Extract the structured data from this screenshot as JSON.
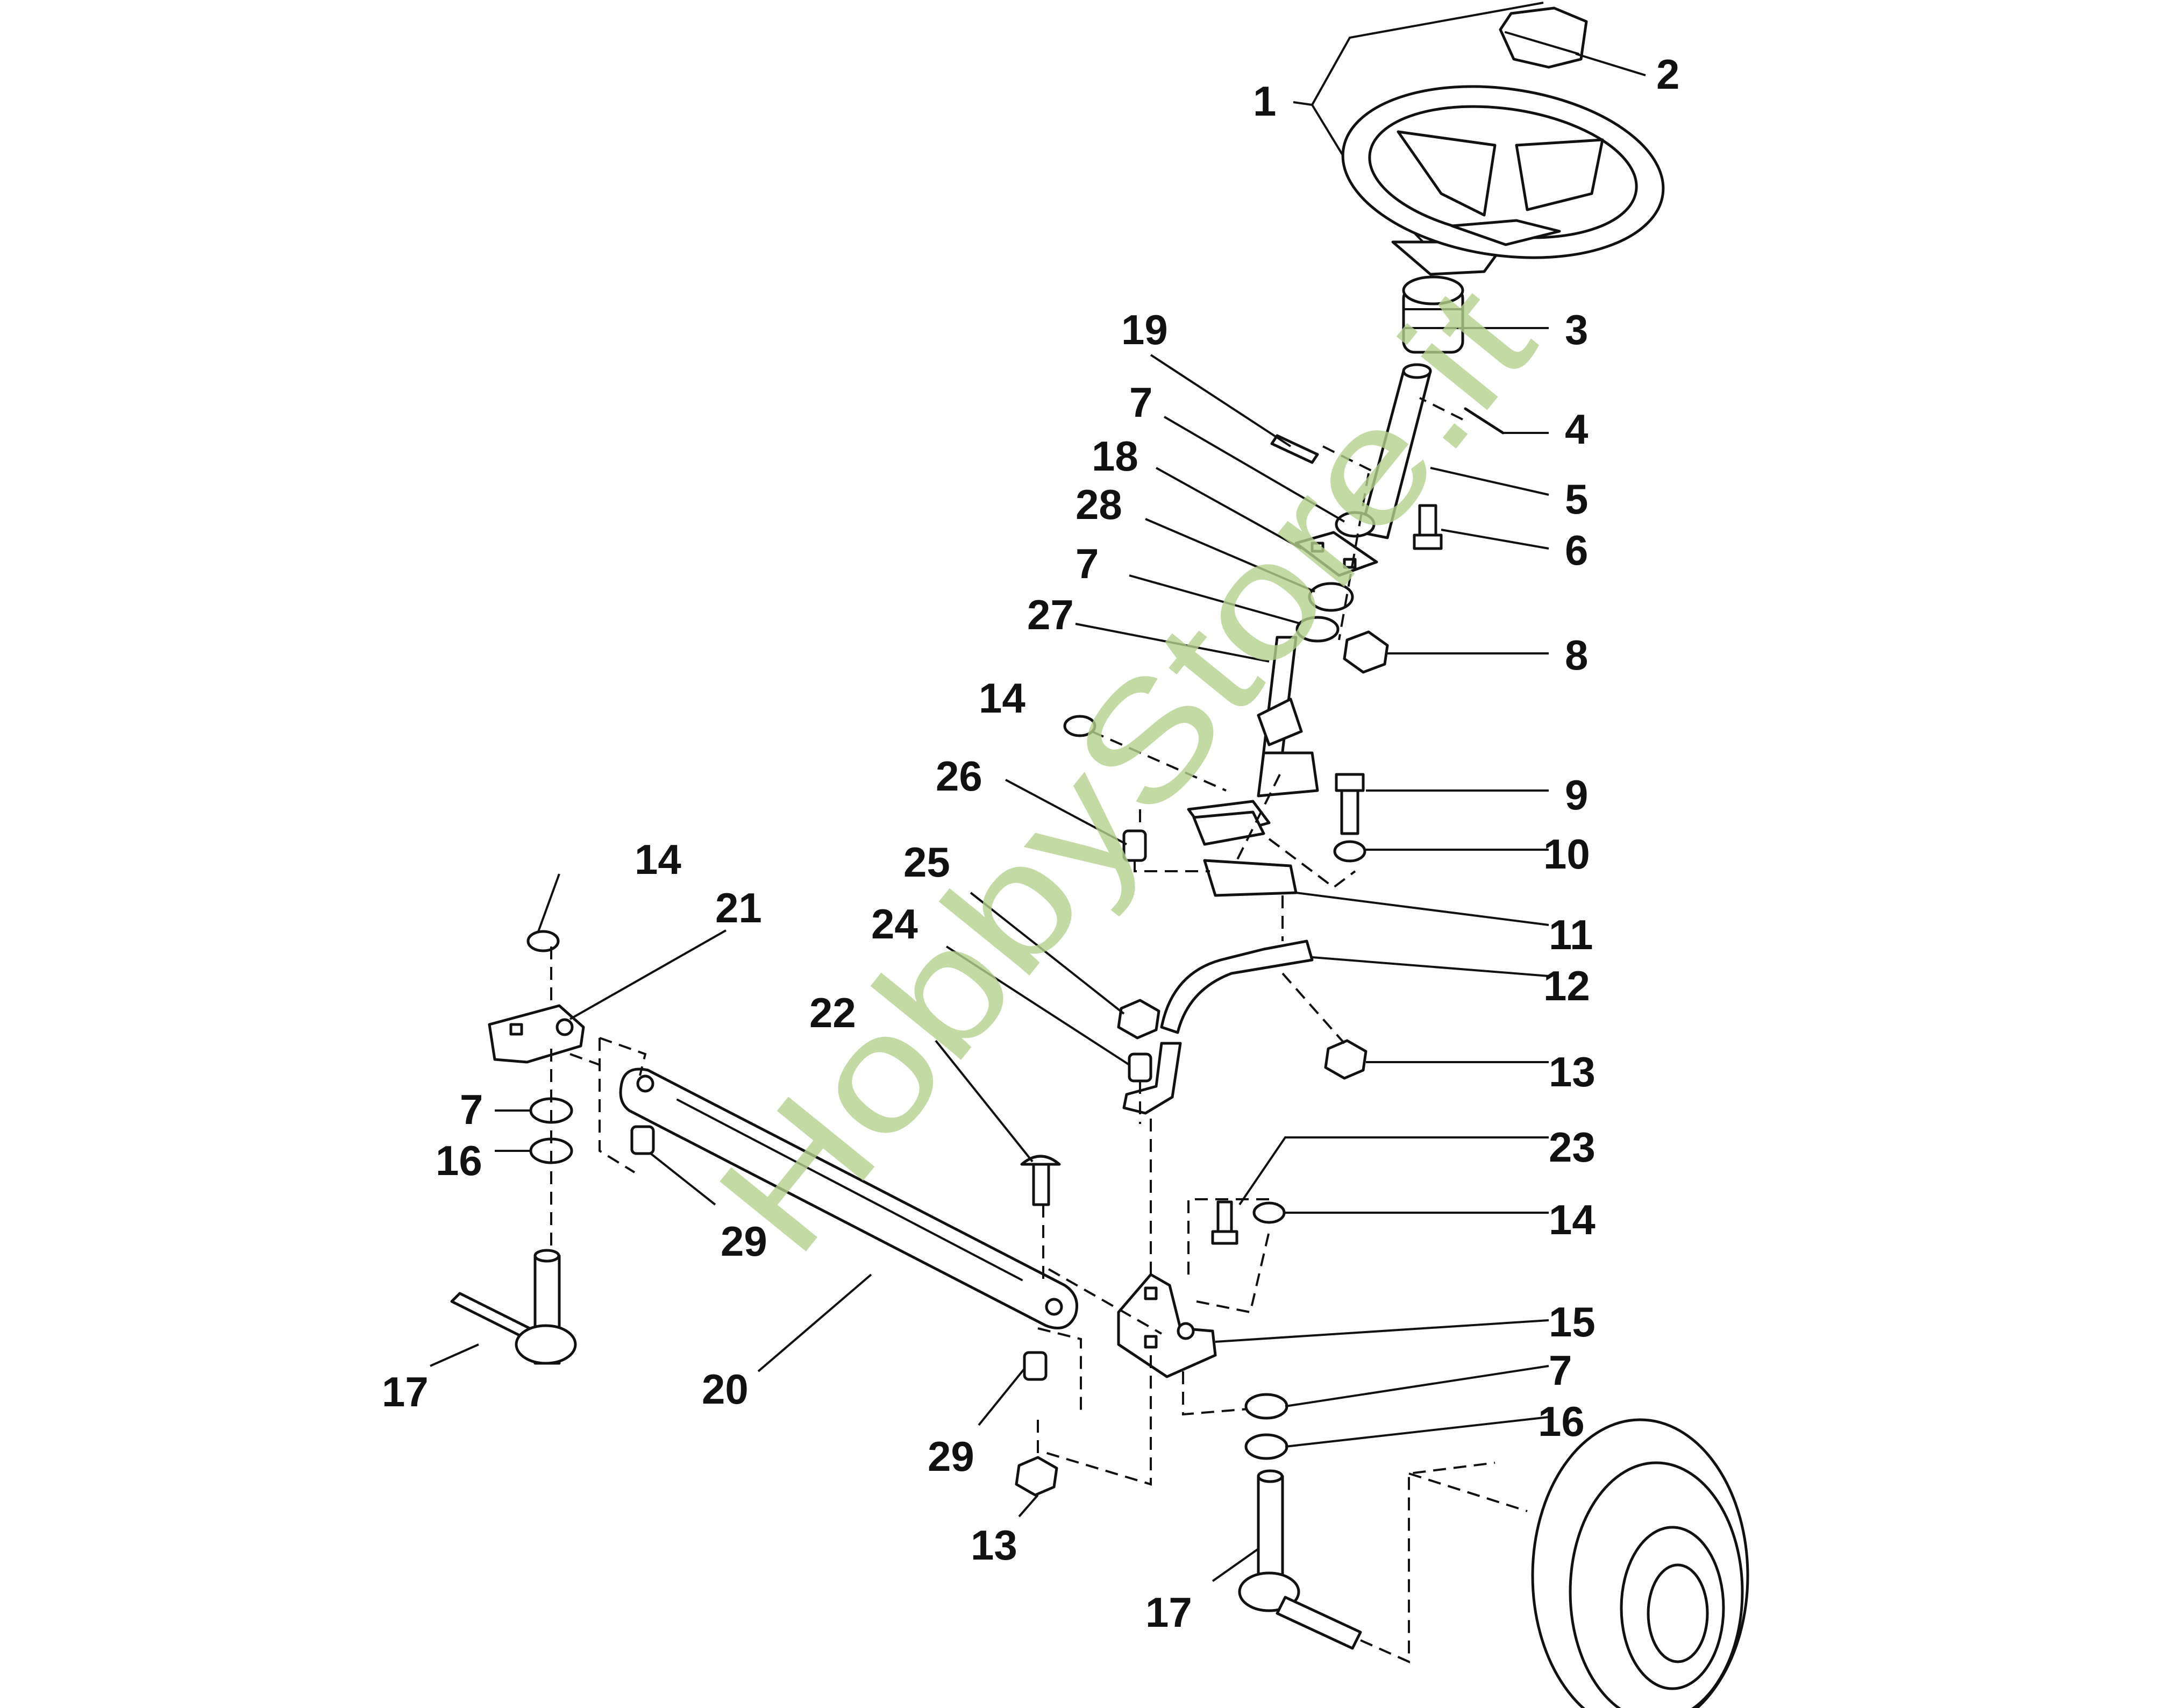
{
  "watermark": "HobbyStore.it",
  "watermark_color": "#b5d18f",
  "callouts": [
    {
      "id": "c1",
      "label": "1"
    },
    {
      "id": "c2",
      "label": "2"
    },
    {
      "id": "c3",
      "label": "3"
    },
    {
      "id": "c19",
      "label": "19"
    },
    {
      "id": "c4",
      "label": "4"
    },
    {
      "id": "c7a",
      "label": "7"
    },
    {
      "id": "c5",
      "label": "5"
    },
    {
      "id": "c18",
      "label": "18"
    },
    {
      "id": "c6",
      "label": "6"
    },
    {
      "id": "c28",
      "label": "28"
    },
    {
      "id": "c7b",
      "label": "7"
    },
    {
      "id": "c27",
      "label": "27"
    },
    {
      "id": "c8",
      "label": "8"
    },
    {
      "id": "c14a",
      "label": "14"
    },
    {
      "id": "c26",
      "label": "26"
    },
    {
      "id": "c9",
      "label": "9"
    },
    {
      "id": "c10",
      "label": "10"
    },
    {
      "id": "c14b",
      "label": "14"
    },
    {
      "id": "c25",
      "label": "25"
    },
    {
      "id": "c21",
      "label": "21"
    },
    {
      "id": "c11",
      "label": "11"
    },
    {
      "id": "c24",
      "label": "24"
    },
    {
      "id": "c12",
      "label": "12"
    },
    {
      "id": "c22",
      "label": "22"
    },
    {
      "id": "c13a",
      "label": "13"
    },
    {
      "id": "c7c",
      "label": "7"
    },
    {
      "id": "c16a",
      "label": "16"
    },
    {
      "id": "c23",
      "label": "23"
    },
    {
      "id": "c14c",
      "label": "14"
    },
    {
      "id": "c29a",
      "label": "29"
    },
    {
      "id": "c15",
      "label": "15"
    },
    {
      "id": "c17a",
      "label": "17"
    },
    {
      "id": "c20",
      "label": "20"
    },
    {
      "id": "c7d",
      "label": "7"
    },
    {
      "id": "c16b",
      "label": "16"
    },
    {
      "id": "c29b",
      "label": "29"
    },
    {
      "id": "c13b",
      "label": "13"
    },
    {
      "id": "c17b",
      "label": "17"
    }
  ]
}
